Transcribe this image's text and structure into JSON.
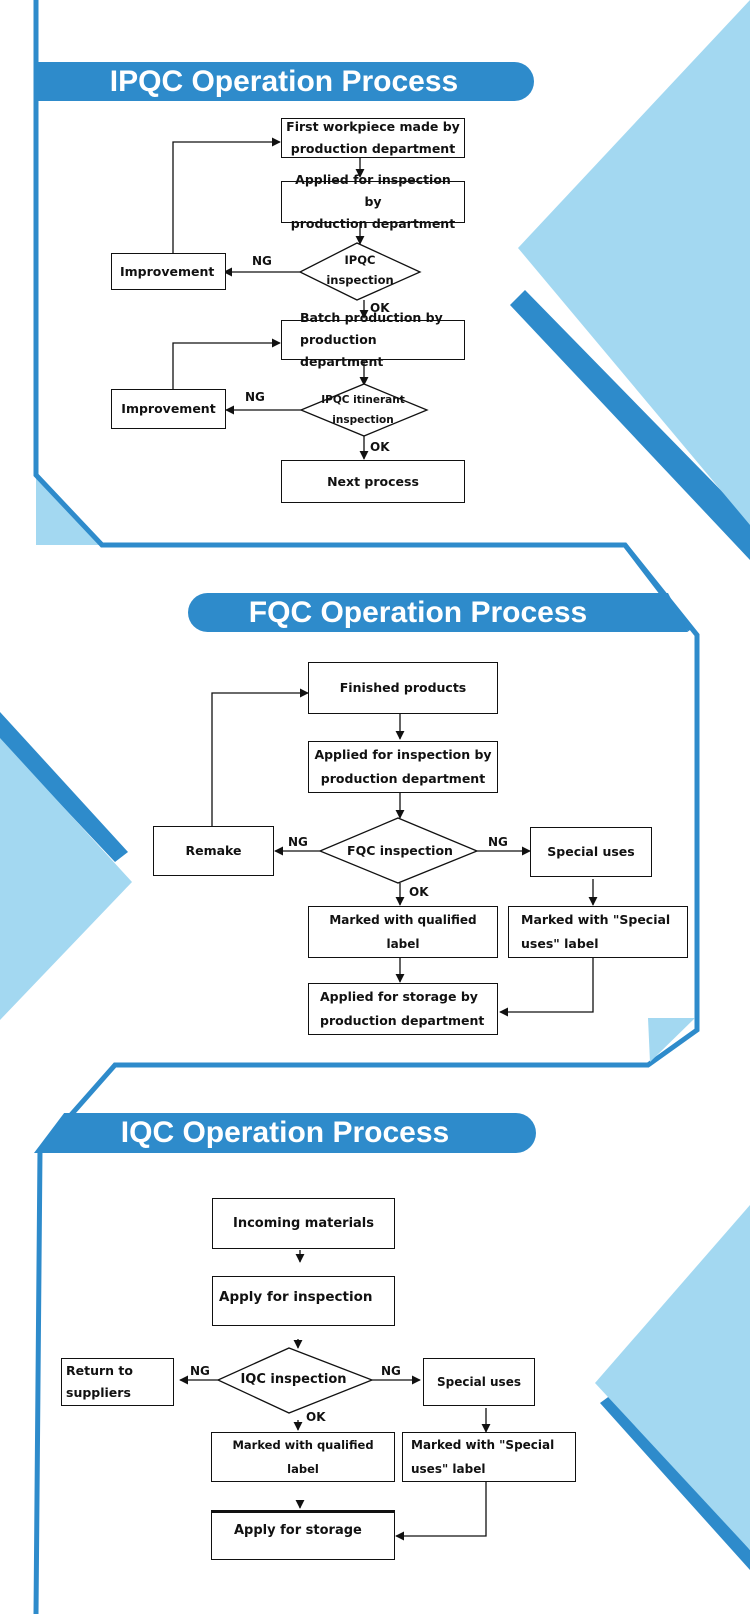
{
  "colors": {
    "accent": "#2e8bcb",
    "light_accent": "#a3d8f1",
    "line": "#111111"
  },
  "ipqc": {
    "title": "IPQC Operation Process",
    "nodes": {
      "first_workpiece": "First workpiece made by\nproduction department",
      "applied_inspection": "Applied for inspection by\nproduction department",
      "ipqc_inspection": "IPQC\ninspection",
      "improvement_1": "Improvement",
      "batch_production": "Batch production by\nproduction department",
      "itinerant_inspection": "IPQC itinerant\ninspection",
      "improvement_2": "Improvement",
      "next_process": "Next process"
    },
    "edge_labels": {
      "ng_1": "NG",
      "ok_1": "OK",
      "ng_2": "NG",
      "ok_2": "OK"
    }
  },
  "fqc": {
    "title": "FQC Operation Process",
    "nodes": {
      "finished_products": "Finished products",
      "applied_inspection": "Applied for inspection by\nproduction department",
      "fqc_inspection": "FQC inspection",
      "remake": "Remake",
      "special_uses": "Special uses",
      "qualified_label": "Marked with qualified label",
      "special_label": "Marked with \"Special\nuses\" label",
      "applied_storage": "Applied for storage by\nproduction department"
    },
    "edge_labels": {
      "ng_left": "NG",
      "ng_right": "NG",
      "ok": "OK"
    }
  },
  "iqc": {
    "title": "IQC Operation Process",
    "nodes": {
      "incoming_materials": "Incoming materials",
      "apply_inspection": "Apply for inspection",
      "iqc_inspection": "IQC inspection",
      "return_suppliers": "Return to\nsuppliers",
      "special_uses": "Special uses",
      "qualified_label": "Marked with qualified label",
      "special_label": "Marked with \"Special\nuses\" label",
      "apply_storage": "Apply for storage"
    },
    "edge_labels": {
      "ng_left": "NG",
      "ng_right": "NG",
      "ok": "OK"
    }
  }
}
